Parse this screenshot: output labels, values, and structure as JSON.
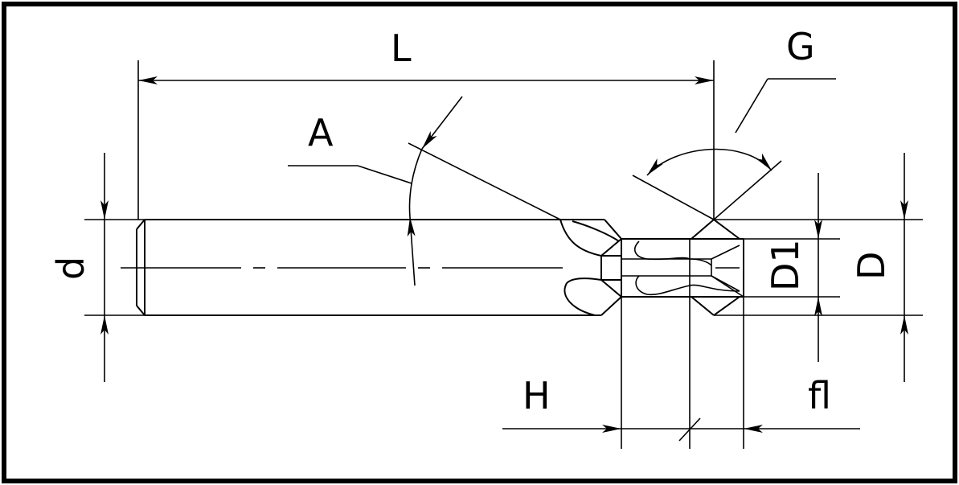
{
  "diagram": {
    "labels": {
      "L": "L",
      "A": "A",
      "G": "G",
      "d": "d",
      "D1": "D1",
      "D": "D",
      "H": "H",
      "fl": "fl"
    }
  }
}
